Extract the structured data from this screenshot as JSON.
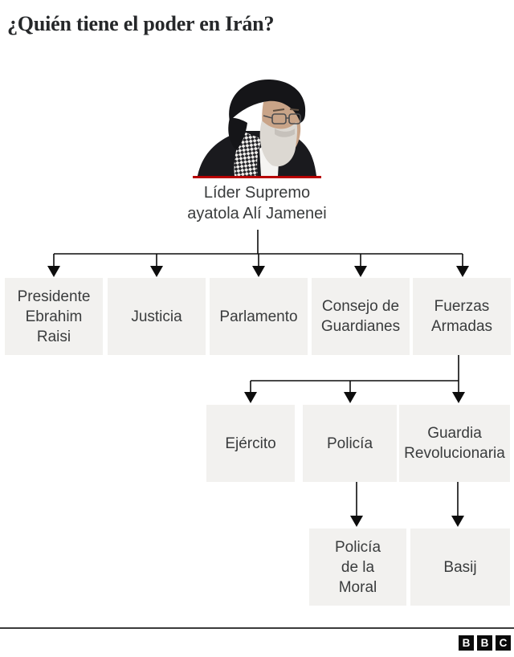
{
  "title": "¿Quién tiene el poder en Irán?",
  "leader": {
    "label": "Líder Supremo\nayatola Alí Jamenei"
  },
  "org_chart": {
    "level1": [
      {
        "label": "Presidente\nEbrahim\nRaisi",
        "parent": "Líder Supremo"
      },
      {
        "label": "Justicia",
        "parent": "Líder Supremo"
      },
      {
        "label": "Parlamento",
        "parent": "Líder Supremo"
      },
      {
        "label": "Consejo de\nGuardianes",
        "parent": "Líder Supremo"
      },
      {
        "label": "Fuerzas\nArmadas",
        "parent": "Líder Supremo"
      }
    ],
    "level2": [
      {
        "label": "Ejército",
        "parent": "Fuerzas Armadas"
      },
      {
        "label": "Policía",
        "parent": "Fuerzas Armadas"
      },
      {
        "label": "Guardia\nRevolucionaria",
        "parent": "Fuerzas Armadas"
      }
    ],
    "level3": [
      {
        "label": "Policía\nde la\nMoral",
        "parent": "Policía"
      },
      {
        "label": "Basij",
        "parent": "Guardia Revolucionaria"
      }
    ]
  },
  "footer": {
    "logo_letters": [
      "B",
      "B",
      "C"
    ]
  },
  "colors": {
    "accent_red": "#b80000",
    "box_fill": "#f2f1ef",
    "text": "#3a3c3d",
    "line": "#0d0d0d"
  }
}
